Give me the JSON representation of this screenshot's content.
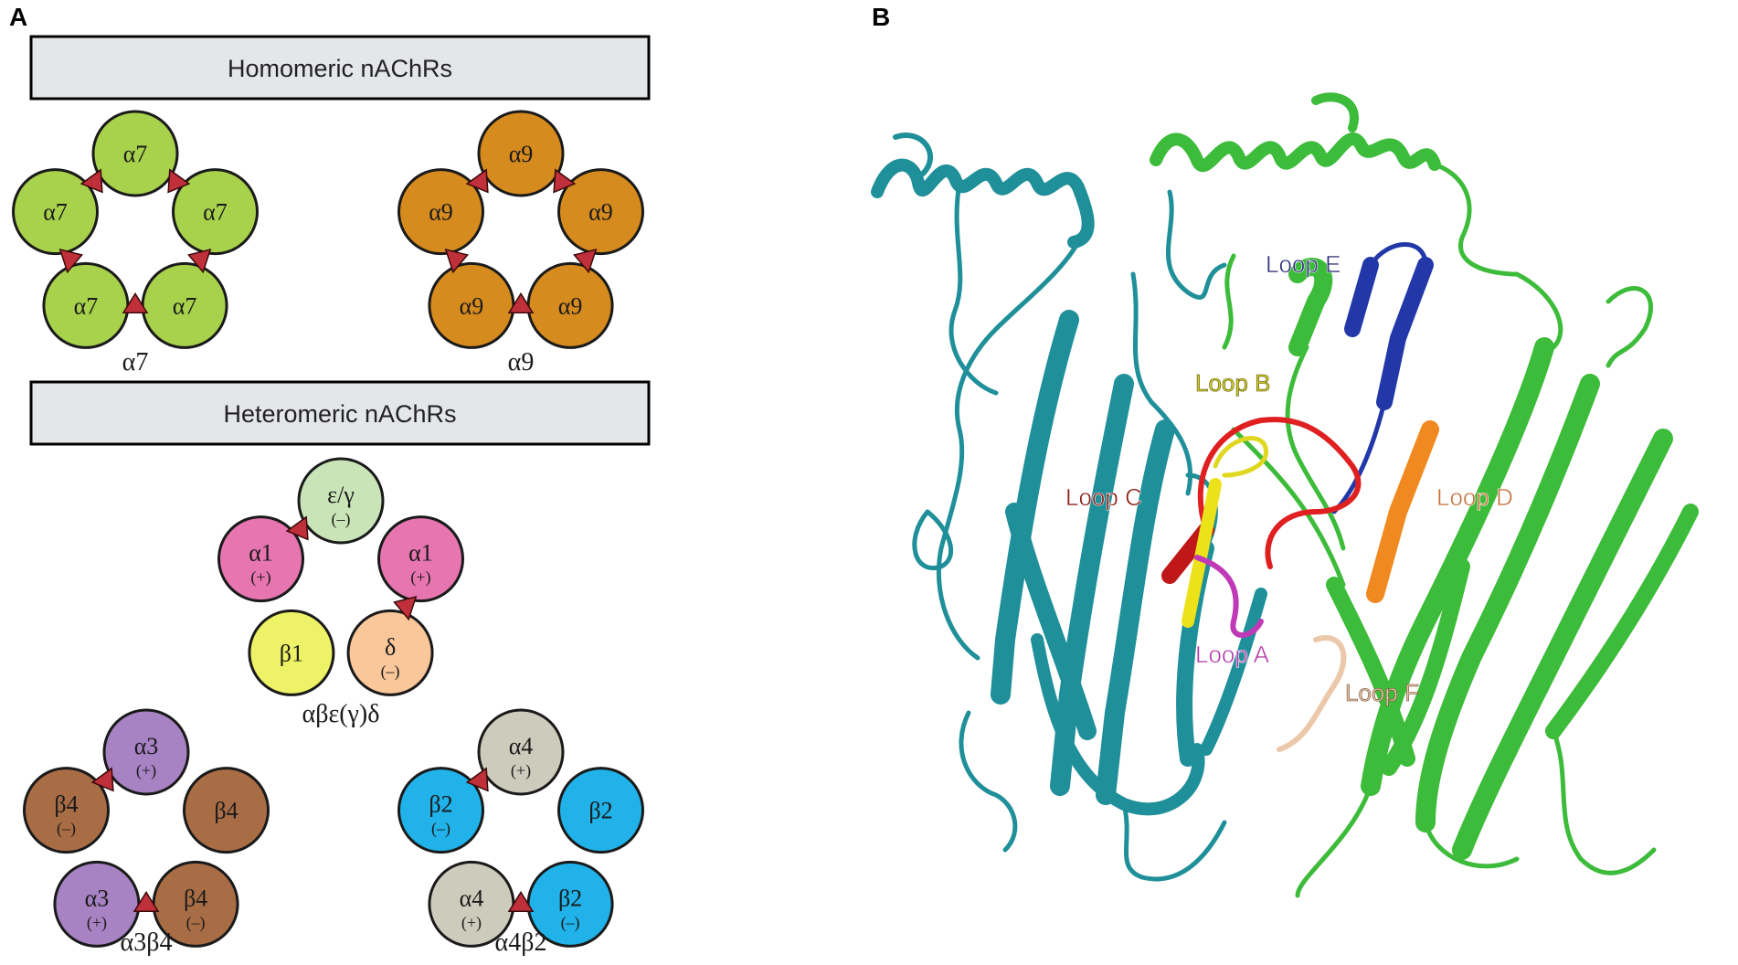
{
  "panel_a": {
    "letter": "A",
    "homomeric_title": "Homomeric nAChRs",
    "heteromeric_title": "Heteromeric nAChRs",
    "receptors": [
      {
        "id": "a7",
        "caption": "α7",
        "fill": "#a8d14c",
        "subunits": [
          {
            "label": "α7",
            "sign": ""
          },
          {
            "label": "α7",
            "sign": ""
          },
          {
            "label": "α7",
            "sign": ""
          },
          {
            "label": "α7",
            "sign": ""
          },
          {
            "label": "α7",
            "sign": ""
          }
        ]
      },
      {
        "id": "a9",
        "caption": "α9",
        "fill": "#d68b1f",
        "subunits": [
          {
            "label": "α9",
            "sign": ""
          },
          {
            "label": "α9",
            "sign": ""
          },
          {
            "label": "α9",
            "sign": ""
          },
          {
            "label": "α9",
            "sign": ""
          },
          {
            "label": "α9",
            "sign": ""
          }
        ]
      },
      {
        "id": "muscle",
        "caption": "αβε(γ)δ",
        "subunits": [
          {
            "label": "ε/γ",
            "sign": "(–)",
            "fill": "#c9e5b8"
          },
          {
            "label": "α1",
            "sign": "(+)",
            "fill": "#e675b0"
          },
          {
            "label": "δ",
            "sign": "(–)",
            "fill": "#f9c79a"
          },
          {
            "label": "β1",
            "sign": "",
            "fill": "#eef266"
          },
          {
            "label": "α1",
            "sign": "(+)",
            "fill": "#e675b0"
          }
        ]
      },
      {
        "id": "a3b4",
        "caption": "α3β4",
        "subunits": [
          {
            "label": "α3",
            "sign": "(+)",
            "fill": "#a883c4"
          },
          {
            "label": "β4",
            "sign": "",
            "fill": "#a86d45"
          },
          {
            "label": "β4",
            "sign": "(–)",
            "fill": "#a86d45"
          },
          {
            "label": "α3",
            "sign": "(+)",
            "fill": "#a883c4"
          },
          {
            "label": "β4",
            "sign": "(–)",
            "fill": "#a86d45"
          }
        ]
      },
      {
        "id": "a4b2",
        "caption": "α4β2",
        "subunits": [
          {
            "label": "α4",
            "sign": "(+)",
            "fill": "#cdcbbb"
          },
          {
            "label": "β2",
            "sign": "",
            "fill": "#20b2e8"
          },
          {
            "label": "β2",
            "sign": "(–)",
            "fill": "#20b2e8"
          },
          {
            "label": "α4",
            "sign": "(+)",
            "fill": "#cdcbbb"
          },
          {
            "label": "β2",
            "sign": "(–)",
            "fill": "#20b2e8"
          }
        ]
      }
    ]
  },
  "panel_b": {
    "letter": "B",
    "loops": [
      {
        "name": "Loop E",
        "color": "#2d2f7a"
      },
      {
        "name": "Loop B",
        "color": "#d8d020"
      },
      {
        "name": "Loop C",
        "color": "#8a1a12"
      },
      {
        "name": "Loop D",
        "color": "#c8703a"
      },
      {
        "name": "Loop A",
        "color": "#b23aa8"
      },
      {
        "name": "Loop F",
        "color": "#e8c4a8"
      }
    ]
  },
  "colors": {
    "triangle": "#c0303a",
    "header_bg": "#e4e6ea",
    "teal_chain": "#1f8f99",
    "green_chain": "#3dbb3a"
  }
}
